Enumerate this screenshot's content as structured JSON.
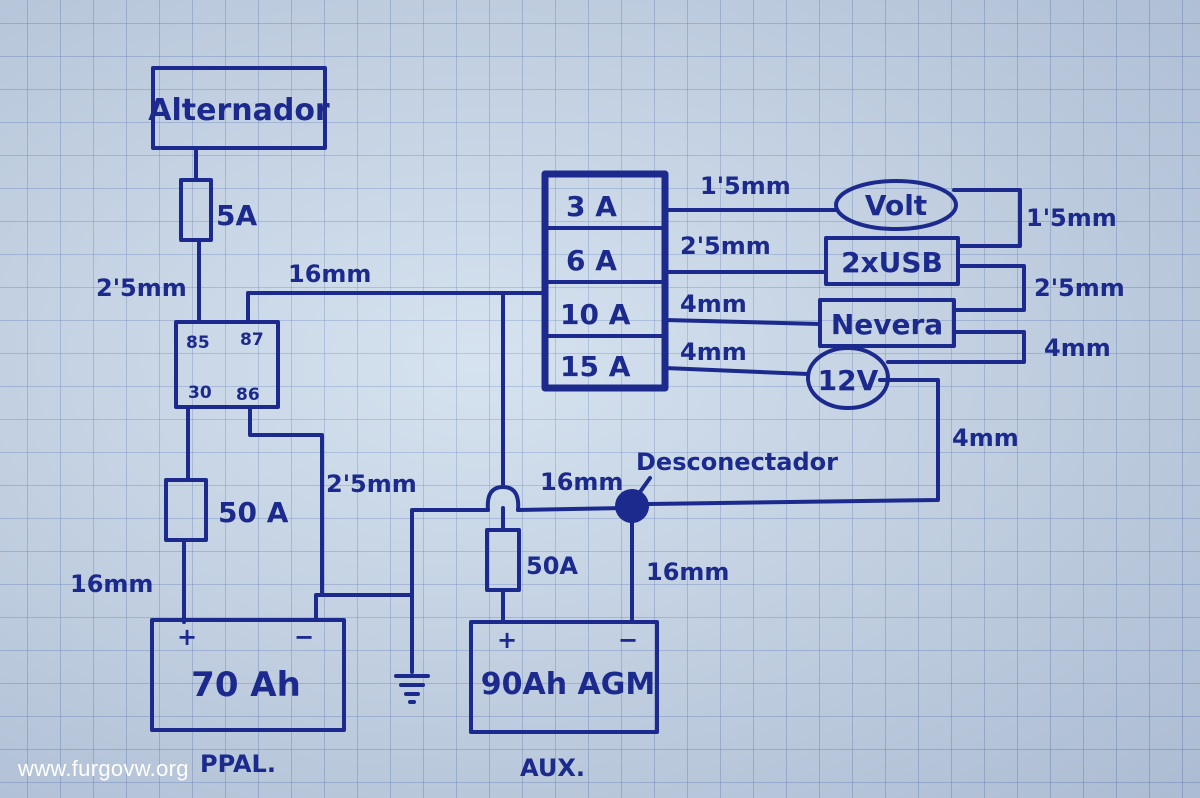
{
  "components": {
    "alternator": "Alternador",
    "fuse_5a": "5A",
    "fuse_50a_main": "50 A",
    "fuse_50a_aux": "50A",
    "battery_main": "70 Ah",
    "battery_aux": "90Ah AGM",
    "battery_main_caption": "PPAL.",
    "battery_aux_caption": "AUX.",
    "relay_pins": [
      "85",
      "87",
      "30",
      "86"
    ],
    "fuse_box": [
      "3 A",
      "6 A",
      "10 A",
      "15 A"
    ],
    "loads": [
      "Volt",
      "2xUSB",
      "Nevera",
      "12V"
    ],
    "disconnector": "Desconectador",
    "plus_sign": "+",
    "minus_sign": "−"
  },
  "wire_labels": {
    "alt_to_relay": "2'5mm",
    "relay_to_fusebox": "16mm",
    "relay86_to_ground": "2'5mm",
    "main_batt": "16mm",
    "bus_to_disconnector": "16mm",
    "disconnector_to_aux": "16mm",
    "fuse3a_volt": "1'5mm",
    "fuse6a_usb": "2'5mm",
    "fuse10a_nevera": "4mm",
    "fuse15a_12v": "4mm",
    "volt_return": "1'5mm",
    "usb_return": "2'5mm",
    "nevera_return": "4mm",
    "12v_return": "4mm"
  },
  "watermark": "www.furgovw.org",
  "colors": {
    "ink": "#1b2a8c",
    "paper": "#cddcec",
    "grid": "#5a78b4"
  }
}
